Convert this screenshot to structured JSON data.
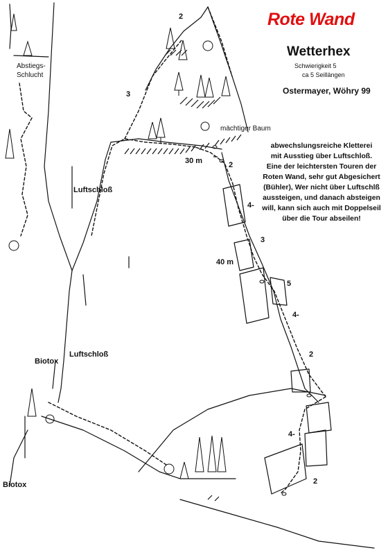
{
  "header": {
    "title": "Rote Wand",
    "route_name": "Wetterhex",
    "difficulty": "Schwierigkeit 5",
    "pitches": "ca 5 Seillängen",
    "authors": "Ostermayer, Wöhry 99"
  },
  "labels": {
    "absteigs_1": "Abstiegs-",
    "absteigs_2": "Schlucht",
    "tree": "mächtiger Baum",
    "luftschloss_upper": "Luftschloß",
    "luftschloss_lower": "Luftschloß",
    "biotox_upper": "Biotox",
    "biotox_lower": "Biotox",
    "dist_30": "30 m",
    "dist_40": "40 m"
  },
  "grades": {
    "g_top": "2",
    "g_upper_left": "3",
    "g_after_30": "2",
    "g_4minus_a": "4-",
    "g_3": "3",
    "g_5": "5",
    "g_4minus_b": "4-",
    "g_2_mid": "2",
    "g_4minus_c": "4-",
    "g_2_bottom": "2"
  },
  "description": [
    "abwechslungsreiche Kletterei",
    "mit Ausstieg über Luftschloß.",
    "Eine der leichtersten Touren der",
    "Roten Wand, sehr gut Abgesichert",
    "(Bühler), Wer nicht über Luftschlß",
    "aussteigen, und danach absteigen",
    "will, kann sich auch mit Doppelseil",
    "über die Tour abseilen!"
  ],
  "colors": {
    "title_red": "#e01010",
    "ink": "#111111"
  }
}
